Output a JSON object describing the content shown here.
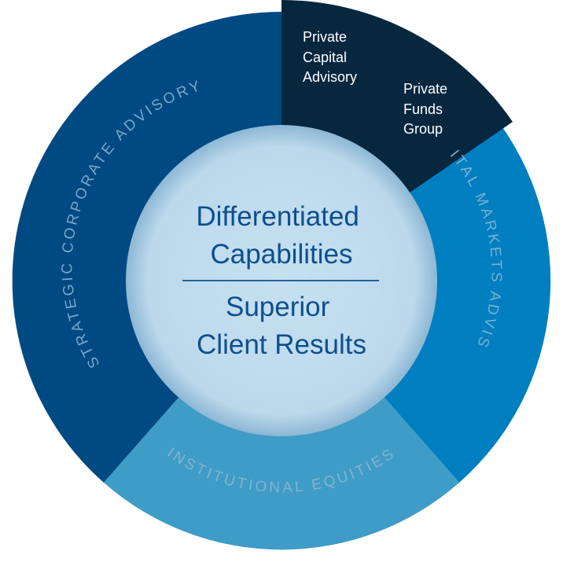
{
  "segments": [
    {
      "label": "STRATEGIC CORPORATE ADVISORY",
      "color": "#004a83"
    },
    {
      "label": "CAPITAL MARKETS ADVISORY",
      "color": "#007fc0"
    },
    {
      "label": "INSTITUTIONAL EQUITIES",
      "color": "#3e9cc6"
    }
  ],
  "private_capital": {
    "color": "#07273f",
    "advisory_lines": [
      "Private",
      "Capital",
      "Advisory"
    ],
    "funds_lines": [
      "Private",
      "Funds",
      "Group"
    ]
  },
  "center": {
    "fill": "#c0dcee",
    "top_lines": [
      "Differentiated",
      "Capabilities"
    ],
    "bottom_lines": [
      "Superior",
      "Client Results"
    ],
    "divider_color": "#0d4f8f",
    "text_color": "#0d4f8f"
  }
}
